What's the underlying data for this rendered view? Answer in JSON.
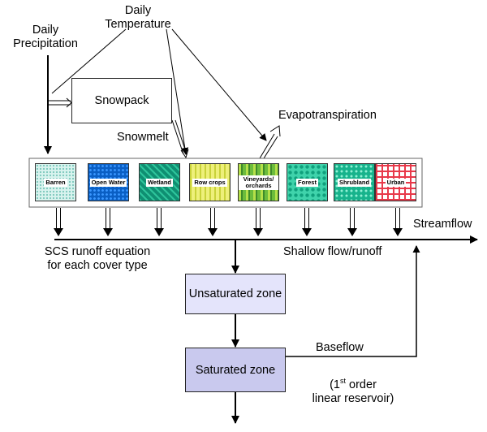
{
  "labels": {
    "daily_precipitation": [
      "Daily",
      "Precipitation"
    ],
    "daily_temperature": [
      "Daily",
      "Temperature"
    ],
    "snowpack": "Snowpack",
    "snowmelt": "Snowmelt",
    "evapotranspiration": "Evapotranspiration",
    "streamflow": "Streamflow",
    "scs": [
      "SCS runoff equation",
      "for each cover type"
    ],
    "shallow_flow": "Shallow flow/runoff",
    "unsaturated_zone": "Unsaturated zone",
    "saturated_zone": "Saturated zone",
    "baseflow": "Baseflow",
    "reservoir_prefix": "(1",
    "reservoir_sup": "st",
    "reservoir_suffix": " order",
    "reservoir_line2": "linear reservoir)"
  },
  "cover_types": [
    {
      "id": "barren",
      "label": "Barren"
    },
    {
      "id": "open-water",
      "label": "Open Water"
    },
    {
      "id": "wetland",
      "label": "Wetland"
    },
    {
      "id": "row-crops",
      "label": "Row crops"
    },
    {
      "id": "vineyards-orchards",
      "label": "Vineyards/ orchards"
    },
    {
      "id": "forest",
      "label": "Forest"
    },
    {
      "id": "shrubland",
      "label": "Shrubland"
    },
    {
      "id": "urban",
      "label": "Urban"
    }
  ],
  "colors": {
    "unsaturated_fill": "#e4e4fb",
    "saturated_fill": "#c9c9ee",
    "line": "#000000",
    "box_border": "#222222"
  }
}
